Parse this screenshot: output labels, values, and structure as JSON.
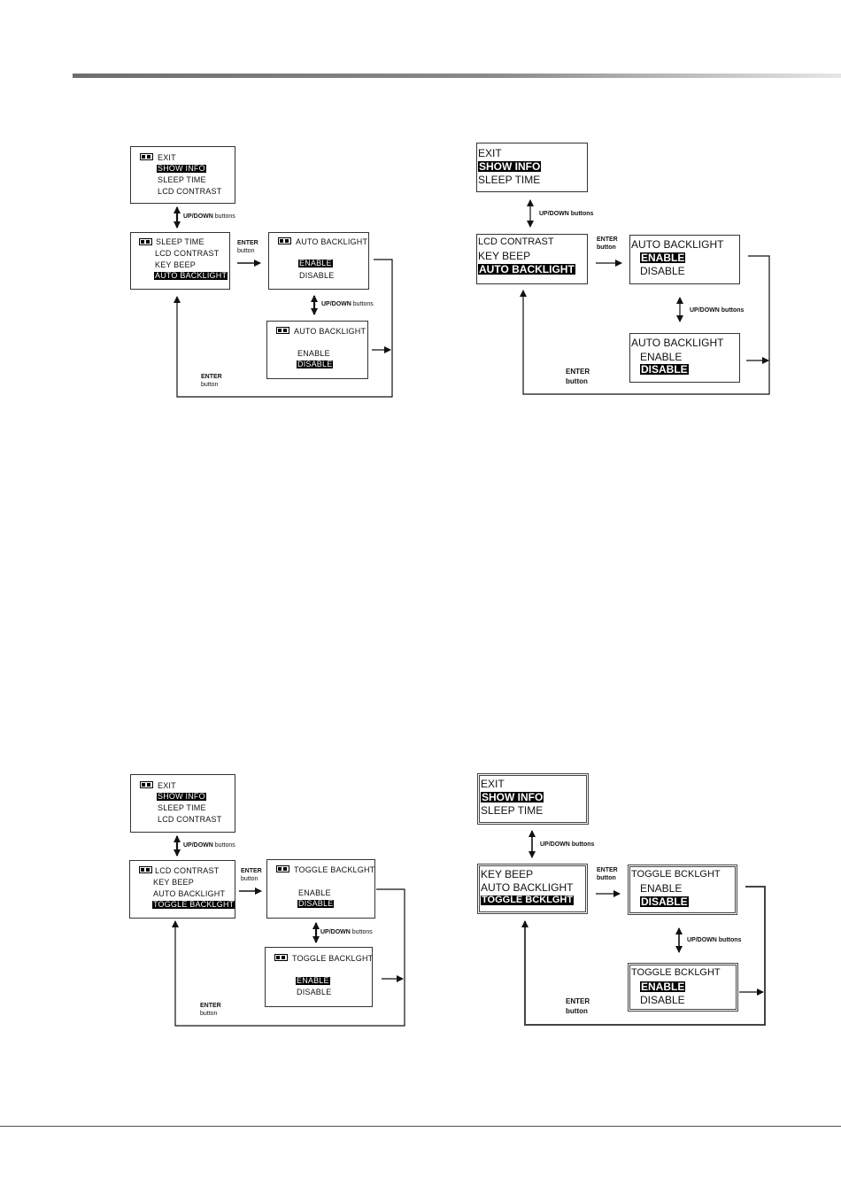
{
  "screens": {
    "main_a": [
      "EXIT",
      "SHOW INFO",
      "SLEEP TIME"
    ],
    "main_a_lcd": [
      "EXIT",
      "SHOW INFO",
      "SLEEP TIME",
      "LCD CONTRAST"
    ],
    "sub_ab": [
      "SLEEP TIME",
      "LCD CONTRAST",
      "KEY BEEP",
      "AUTO BACKLIGHT"
    ],
    "sub_ab_mono": [
      "LCD CONTRAST",
      "KEY BEEP",
      "AUTO BACKLIGHT"
    ],
    "ab_title": "AUTO BACKLIGHT",
    "sub_tb": [
      "LCD CONTRAST",
      "KEY BEEP",
      "AUTO BACKLIGHT",
      "TOGGLE BACKLGHT"
    ],
    "sub_tb_mono": [
      "KEY BEEP",
      "AUTO BACKLIGHT",
      "TOGGLE BCKLGHT"
    ],
    "tb_title": "TOGGLE BACKLGHT",
    "tb_title_mono": "TOGGLE BCKLGHT",
    "enable": "ENABLE",
    "disable": "DISABLE"
  },
  "labels": {
    "updown_bold": "UP/DOWN",
    "updown_rest": " buttons",
    "updown_full": "UP/DOWN buttons",
    "enter": "ENTER",
    "button": "button"
  }
}
